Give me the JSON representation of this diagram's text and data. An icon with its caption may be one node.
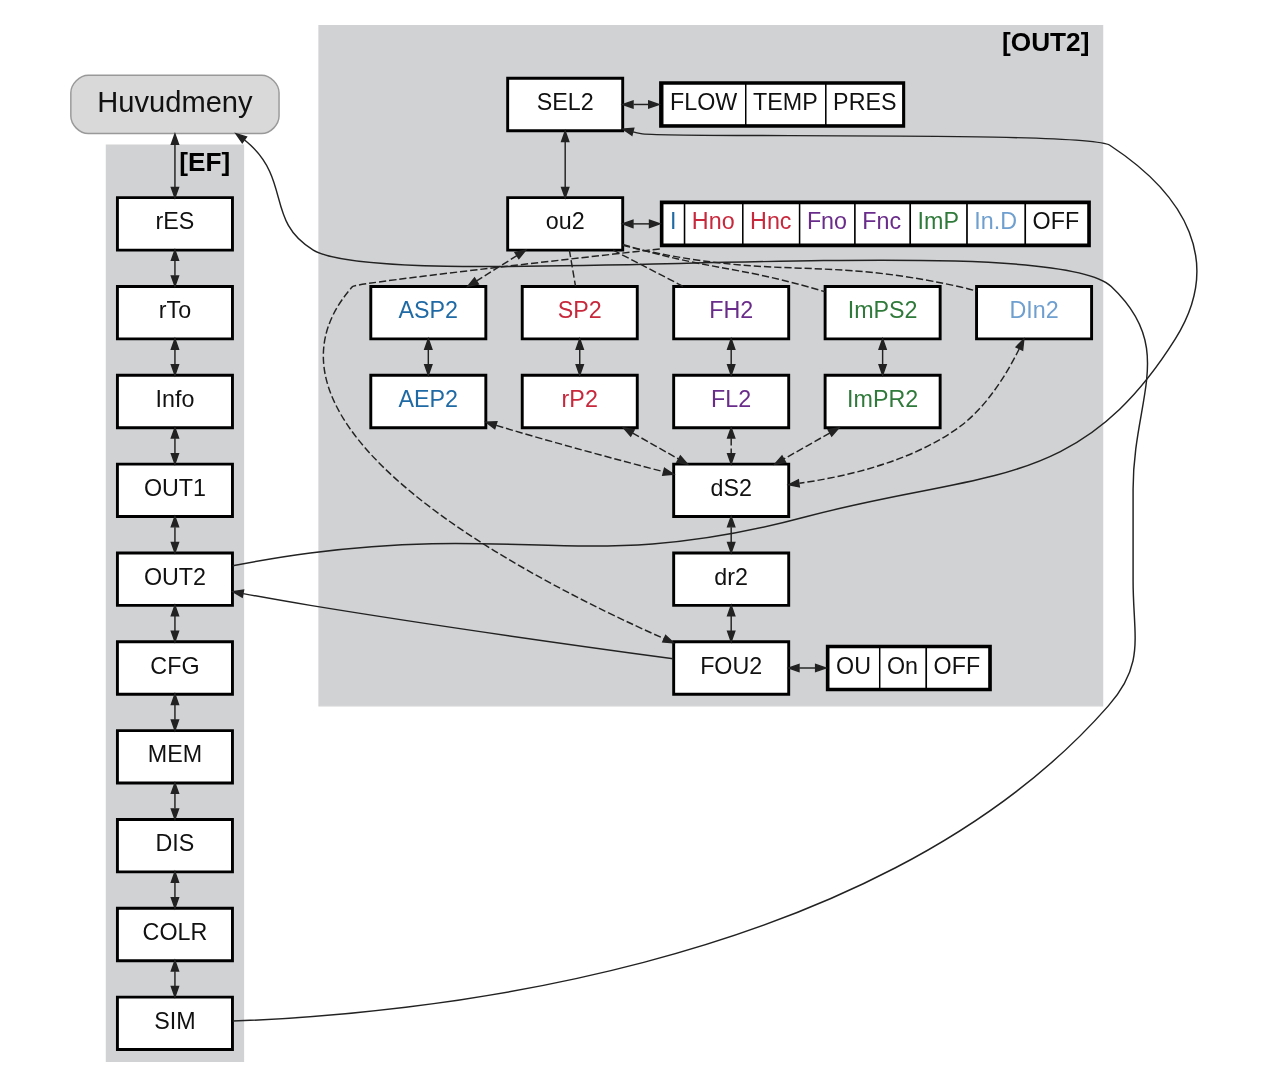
{
  "diagram": {
    "nodes": [
      {
        "text": [
          "Huvudmeny"
        ]
      },
      {
        "text": [
          "[EF]"
        ]
      },
      {
        "text": [
          "rES"
        ],
        "in": 1
      },
      {
        "text": [
          "rTo"
        ],
        "in": 1
      },
      {
        "text": [
          "Info"
        ],
        "in": 1
      },
      {
        "text": [
          "OUT1"
        ],
        "in": 1
      },
      {
        "text": [
          "OUT2"
        ],
        "in": 1
      },
      {
        "text": [
          "CFG"
        ],
        "in": 1
      },
      {
        "text": [
          "MEM"
        ],
        "in": 1
      },
      {
        "text": [
          "DIS"
        ],
        "in": 1
      },
      {
        "text": [
          "COLR"
        ],
        "in": 1
      },
      {
        "text": [
          "SIM"
        ],
        "in": 1
      },
      {
        "text": [
          "[OUT2]"
        ]
      },
      {
        "text": [
          "SEL2"
        ],
        "in": 12
      },
      {
        "text": [
          "FLOW",
          "TEMP",
          "PRES"
        ],
        "in": 12
      },
      {
        "text": [
          "ou2"
        ],
        "in": 12
      },
      {
        "text": [
          "I",
          "Hno",
          "Hnc",
          "Fno",
          "Fnc",
          "ImP",
          "In.D",
          "OFF"
        ],
        "in": 12
      },
      {
        "text": [
          "ASP2"
        ],
        "in": 12
      },
      {
        "text": [
          "SP2"
        ],
        "in": 12
      },
      {
        "text": [
          "FH2"
        ],
        "in": 12
      },
      {
        "text": [
          "ImPS2"
        ],
        "in": 12
      },
      {
        "text": [
          "DIn2"
        ],
        "in": 12
      },
      {
        "text": [
          "AEP2"
        ],
        "in": 12
      },
      {
        "text": [
          "rP2"
        ],
        "in": 12
      },
      {
        "text": [
          "FL2"
        ],
        "in": 12
      },
      {
        "text": [
          "ImPR2"
        ],
        "in": 12
      },
      {
        "text": [
          "dS2"
        ],
        "in": 12
      },
      {
        "text": [
          "dr2"
        ],
        "in": 12
      },
      {
        "text": [
          "FOU2"
        ],
        "in": 12
      },
      {
        "text": [
          "OU",
          "On",
          "OFF"
        ],
        "in": 12
      }
    ],
    "edges": [
      {
        "from": 0,
        "to": 2,
        "arrow": "both"
      },
      {
        "from": 2,
        "to": 3,
        "arrow": "both"
      },
      {
        "from": 3,
        "to": 4,
        "arrow": "both"
      },
      {
        "from": 4,
        "to": 5,
        "arrow": "both"
      },
      {
        "from": 5,
        "to": 6,
        "arrow": "both"
      },
      {
        "from": 6,
        "to": 7,
        "arrow": "both"
      },
      {
        "from": 7,
        "to": 8,
        "arrow": "both"
      },
      {
        "from": 8,
        "to": 9,
        "arrow": "both"
      },
      {
        "from": 9,
        "to": 10,
        "arrow": "both"
      },
      {
        "from": 10,
        "to": 11,
        "arrow": "both"
      },
      {
        "from": 11,
        "to": 0,
        "arrow": "to"
      },
      {
        "from": 6,
        "to": 13,
        "arrow": "to"
      },
      {
        "from": 13,
        "to": 14,
        "arrow": "both"
      },
      {
        "from": 13,
        "to": 15,
        "arrow": "both"
      },
      {
        "from": 15,
        "to": 16,
        "arrow": "both"
      },
      {
        "from": 15,
        "to": 17,
        "arrow": "both",
        "style": "dashed"
      },
      {
        "from": 15,
        "to": 18,
        "arrow": "none",
        "style": "dashed"
      },
      {
        "from": 15,
        "to": 19,
        "arrow": "none",
        "style": "dashed"
      },
      {
        "from": 15,
        "to": 20,
        "arrow": "none",
        "style": "dashed"
      },
      {
        "from": 15,
        "to": 21,
        "arrow": "none",
        "style": "dashed"
      },
      {
        "from": 17,
        "to": 22,
        "arrow": "both"
      },
      {
        "from": 18,
        "to": 23,
        "arrow": "both"
      },
      {
        "from": 19,
        "to": 24,
        "arrow": "both"
      },
      {
        "from": 20,
        "to": 25,
        "arrow": "both"
      },
      {
        "from": 22,
        "to": 26,
        "arrow": "both",
        "style": "dashed"
      },
      {
        "from": 23,
        "to": 26,
        "arrow": "both",
        "style": "dashed"
      },
      {
        "from": 24,
        "to": 26,
        "arrow": "both",
        "style": "dashed"
      },
      {
        "from": 25,
        "to": 26,
        "arrow": "both",
        "style": "dashed"
      },
      {
        "from": 21,
        "to": 26,
        "arrow": "both",
        "style": "dashed"
      },
      {
        "from": 26,
        "to": 27,
        "arrow": "both"
      },
      {
        "from": 27,
        "to": 28,
        "arrow": "both"
      },
      {
        "from": 28,
        "to": 29,
        "arrow": "both"
      },
      {
        "from": 16,
        "to": 28,
        "arrow": "to",
        "style": "dashed"
      },
      {
        "from": 28,
        "to": 6,
        "arrow": "to"
      }
    ]
  }
}
